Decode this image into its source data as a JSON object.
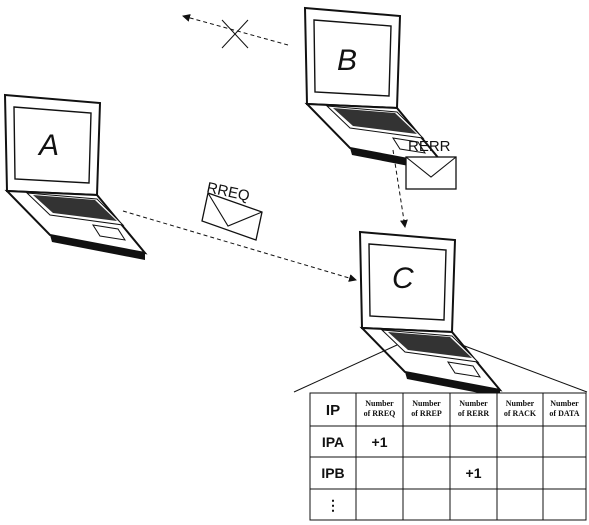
{
  "nodes": {
    "a": {
      "label": "A"
    },
    "b": {
      "label": "B"
    },
    "c": {
      "label": "C"
    }
  },
  "messages": {
    "rreq": {
      "label": "RREQ"
    },
    "rerr": {
      "label": "RERR"
    }
  },
  "table": {
    "headers": {
      "ip": "IP",
      "rreq_1": "Number",
      "rreq_2": "of RREQ",
      "rrep_1": "Number",
      "rrep_2": "of RREP",
      "rerr_1": "Number",
      "rerr_2": "of RERR",
      "rack_1": "Number",
      "rack_2": "of RACK",
      "data_1": "Number",
      "data_2": "of DATA"
    },
    "rows": [
      {
        "ip": "IPA",
        "rreq": "+1",
        "rrep": "",
        "rerr": "",
        "rack": "",
        "data": ""
      },
      {
        "ip": "IPB",
        "rreq": "",
        "rrep": "",
        "rerr": "+1",
        "rack": "",
        "data": ""
      },
      {
        "ip": "⋮",
        "rreq": "",
        "rrep": "",
        "rerr": "",
        "rack": "",
        "data": ""
      }
    ]
  }
}
